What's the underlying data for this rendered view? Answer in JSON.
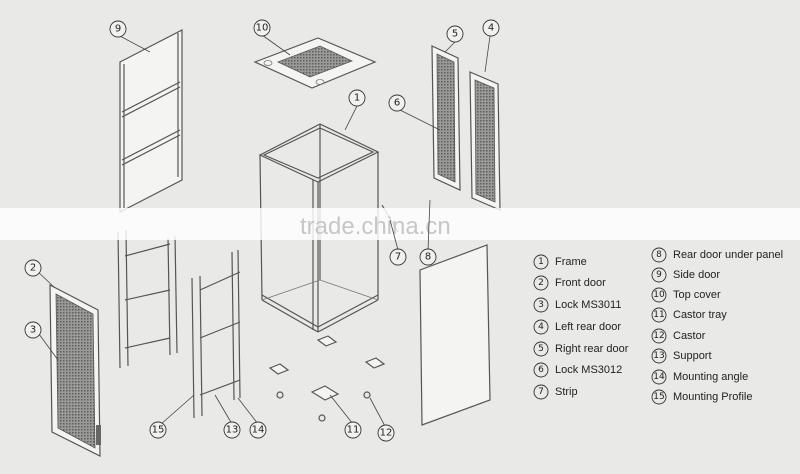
{
  "watermark": "trade.china.cn",
  "callouts": {
    "c1": "1",
    "c2": "2",
    "c3": "3",
    "c4": "4",
    "c5": "5",
    "c6": "6",
    "c7": "7",
    "c8": "8",
    "c9": "9",
    "c10": "10",
    "c11": "11",
    "c12": "12",
    "c13": "13",
    "c14": "14",
    "c15": "15"
  },
  "legend": [
    {
      "num": "1",
      "label": "Frame"
    },
    {
      "num": "2",
      "label": "Front door"
    },
    {
      "num": "3",
      "label": "Lock MS3011"
    },
    {
      "num": "4",
      "label": "Left rear door"
    },
    {
      "num": "5",
      "label": "Right rear door"
    },
    {
      "num": "6",
      "label": "Lock MS3012"
    },
    {
      "num": "7",
      "label": "Strip"
    },
    {
      "num": "8",
      "label": "Rear door under panel"
    },
    {
      "num": "9",
      "label": "Side door"
    },
    {
      "num": "10",
      "label": "Top cover"
    },
    {
      "num": "11",
      "label": "Castor tray"
    },
    {
      "num": "12",
      "label": "Castor"
    },
    {
      "num": "13",
      "label": "Support"
    },
    {
      "num": "14",
      "label": "Mounting angle"
    },
    {
      "num": "15",
      "label": "Mounting Profile"
    }
  ]
}
